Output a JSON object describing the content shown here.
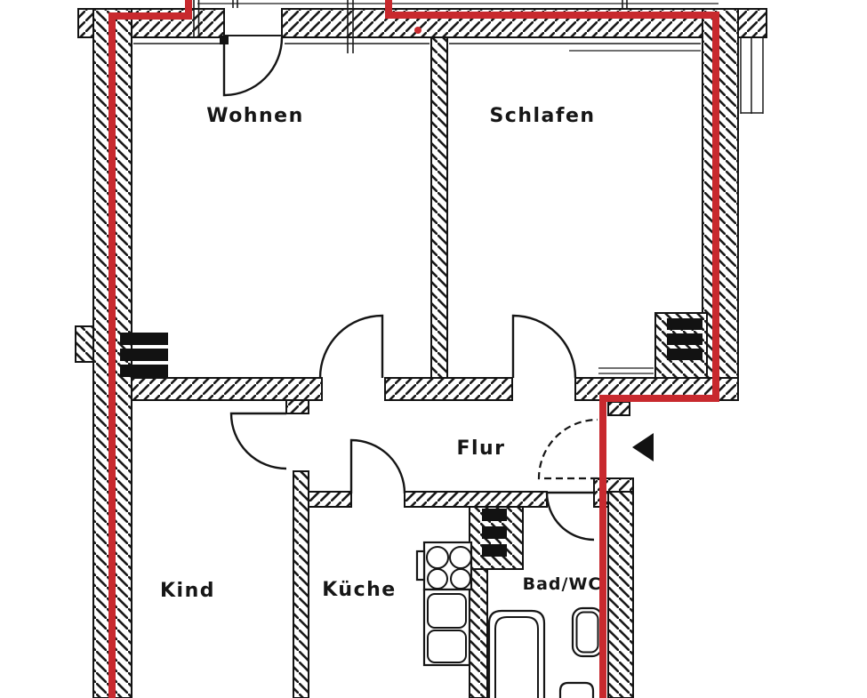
{
  "floor_plan": {
    "rooms": [
      {
        "id": "wohnen",
        "label": "Wohnen"
      },
      {
        "id": "schlafen",
        "label": "Schlafen"
      },
      {
        "id": "kind",
        "label": "Kind"
      },
      {
        "id": "kueche",
        "label": "Küche"
      },
      {
        "id": "flur",
        "label": "Flur"
      },
      {
        "id": "bad_wc",
        "label": "Bad/WC"
      }
    ],
    "route": {
      "color": "#c8292e"
    },
    "entrance": {
      "icon": "left-arrow",
      "color": "#121212"
    },
    "wall_color": "#131313",
    "background": "#ffffff"
  }
}
